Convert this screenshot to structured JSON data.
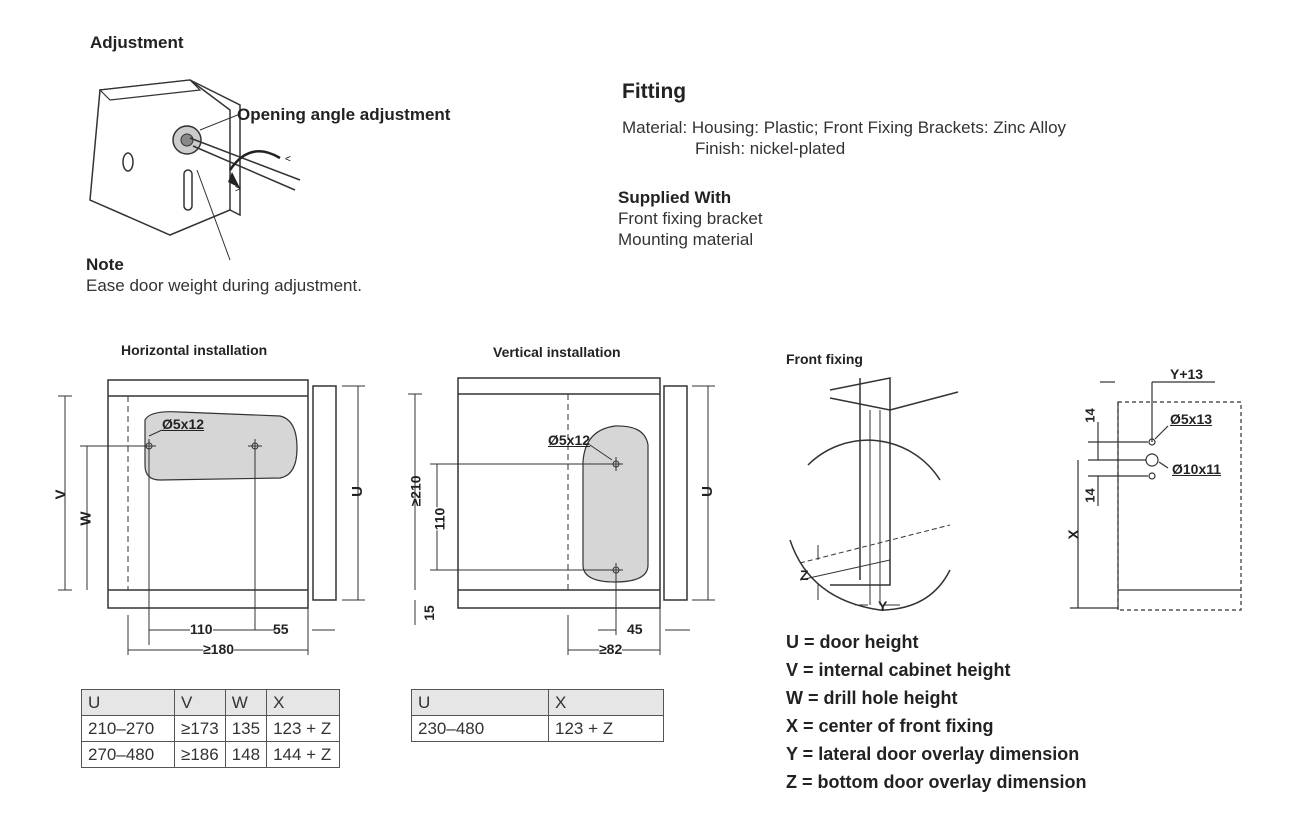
{
  "adjustment": {
    "title": "Adjustment",
    "callout": "Opening angle adjustment",
    "note_title": "Note",
    "note_text": "Ease door weight during adjustment."
  },
  "fitting": {
    "title": "Fitting",
    "material": "Material: Housing: Plastic; Front Fixing Brackets: Zinc Alloy",
    "finish": "Finish: nickel-plated",
    "supplied_title": "Supplied With",
    "supplied_items": [
      "Front fixing bracket",
      "Mounting material"
    ]
  },
  "horizontal": {
    "title": "Horizontal installation",
    "hole_label": "Ø5x12",
    "dim_110": "110",
    "dim_55": "55",
    "dim_180": "≥180",
    "V": "V",
    "W": "W",
    "U": "U"
  },
  "vertical": {
    "title": "Vertical installation",
    "hole_label": "Ø5x12",
    "dim_210": "≥210",
    "dim_110": "110",
    "dim_15": "15",
    "dim_45": "45",
    "dim_82": "≥82",
    "U": "U"
  },
  "front_fixing": {
    "title": "Front fixing",
    "Z": "Z",
    "Y": "Y",
    "y13": "Y+13",
    "d5": "Ø5x13",
    "d10": "Ø10x11",
    "dim14a": "14",
    "dim14b": "14",
    "X": "X"
  },
  "table_horizontal": {
    "headers": [
      "U",
      "V",
      "W",
      "X"
    ],
    "rows": [
      [
        "210–270",
        "≥173",
        "135",
        "123 + Z"
      ],
      [
        "270–480",
        "≥186",
        "148",
        "144 + Z"
      ]
    ]
  },
  "table_vertical": {
    "headers": [
      "U",
      "X"
    ],
    "rows": [
      [
        "230–480",
        "123 + Z"
      ]
    ]
  },
  "legend": [
    "U = door height",
    "V = internal cabinet height",
    "W = drill hole height",
    "X = center of front fixing",
    "Y = lateral door overlay dimension",
    "Z = bottom door overlay dimension"
  ]
}
